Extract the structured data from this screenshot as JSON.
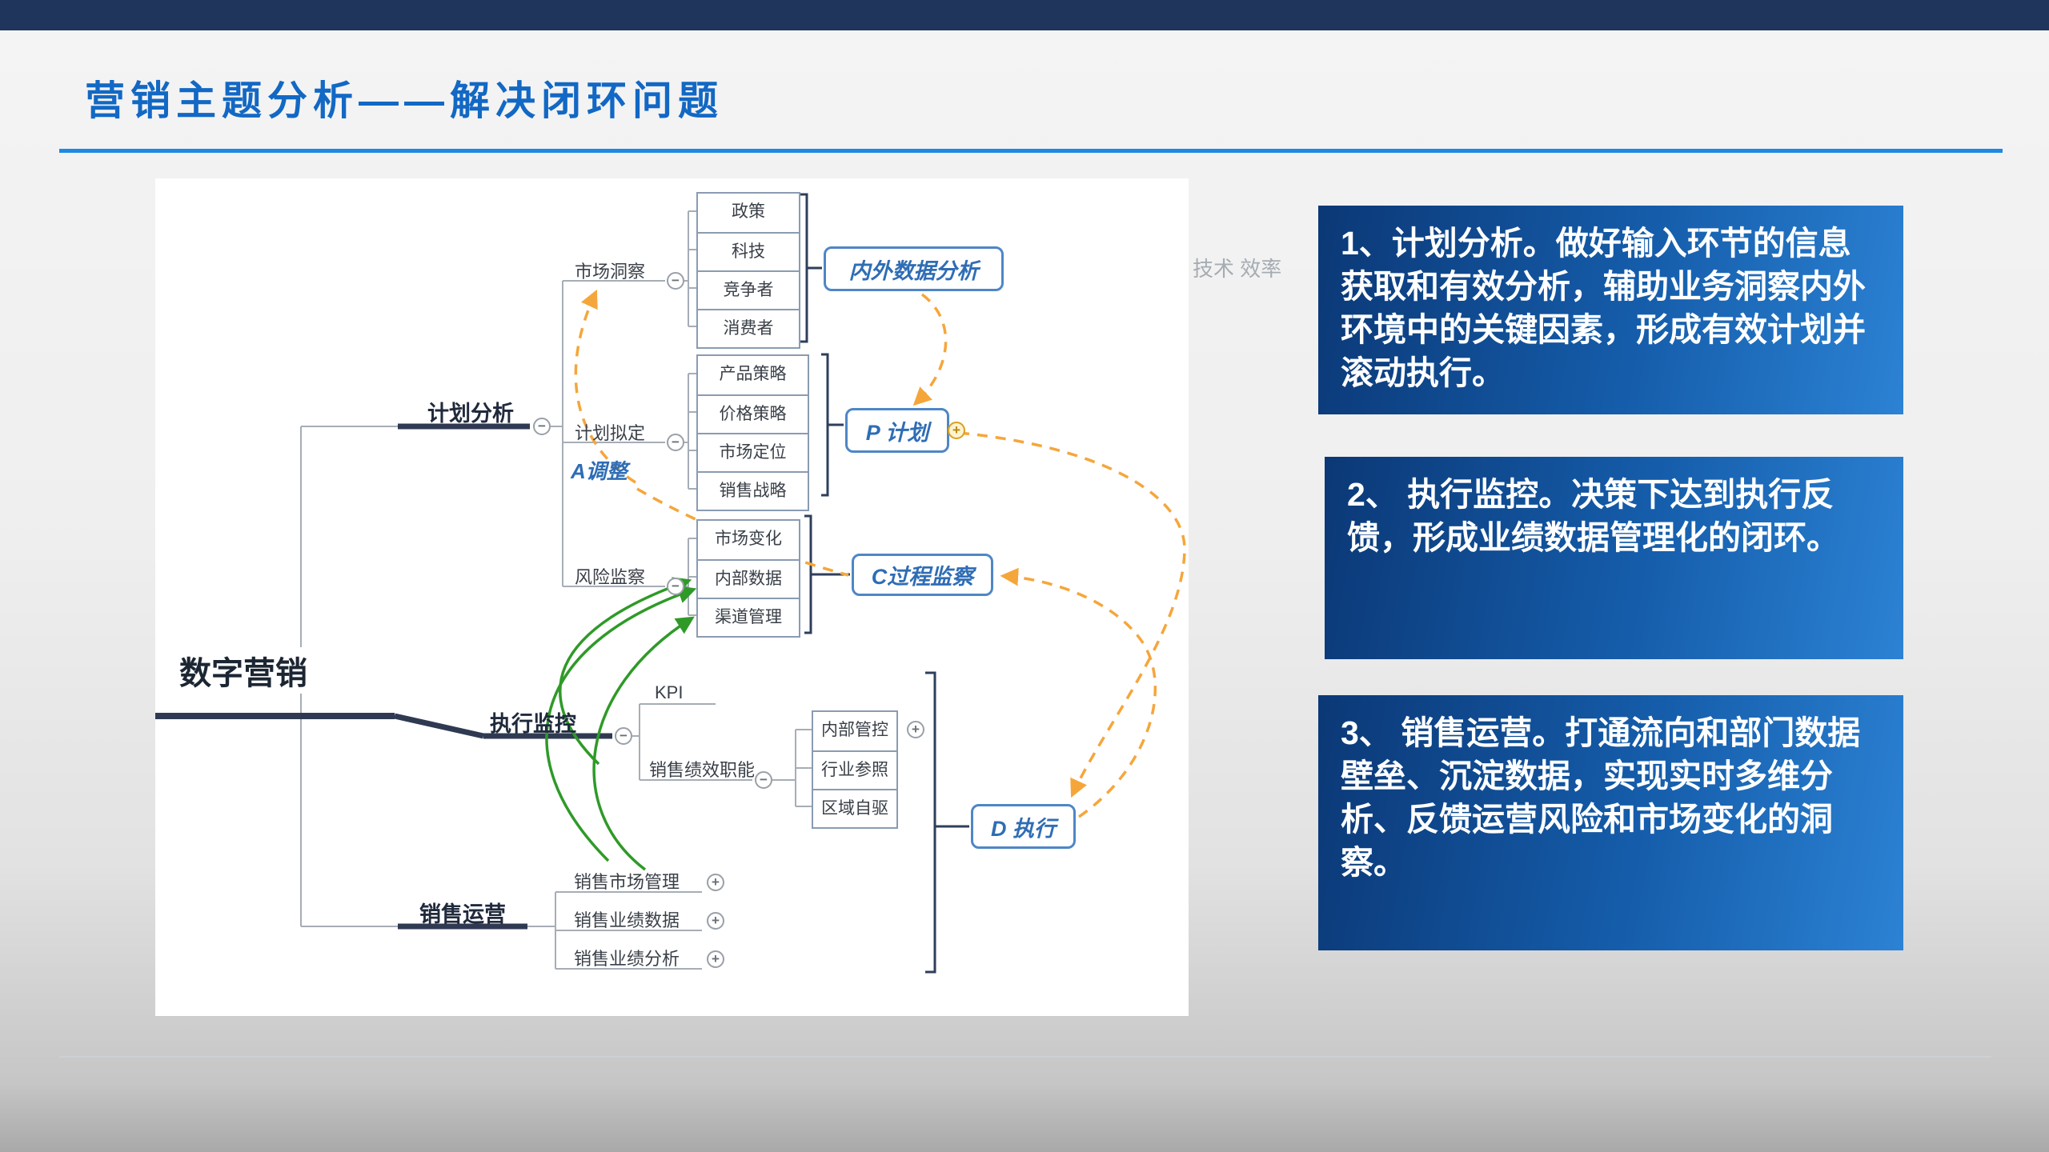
{
  "title": "营销主题分析——解决闭环问题",
  "watermark": "技术 效率",
  "icons": {
    "collapse": "−",
    "expand": "+"
  },
  "mindmap": {
    "root": "数字营销",
    "branch_plan": "计划分析",
    "branch_exec": "执行监控",
    "branch_sales": "销售运营",
    "insight": "市场洞察",
    "draft": "计划拟定",
    "adjust": "A调整",
    "risk": "风险监察",
    "insight_items": [
      "政策",
      "科技",
      "竞争者",
      "消费者"
    ],
    "insight_summary": "内外数据分析",
    "draft_items": [
      "产品策略",
      "价格策略",
      "市场定位",
      "销售战略"
    ],
    "draft_summary": "P 计划",
    "risk_items": [
      "市场变化",
      "内部数据",
      "渠道管理"
    ],
    "risk_summary": "C过程监察",
    "kpi": "KPI",
    "perf": "销售绩效职能",
    "perf_items": [
      "内部管控",
      "行业参照",
      "区域自驱"
    ],
    "exec_summary": "D 执行",
    "sales_items": [
      "销售市场管理",
      "销售业绩数据",
      "销售业绩分析"
    ]
  },
  "callouts": [
    "1、计划分析。做好输入环节的信息获取和有效分析，辅助业务洞察内外环境中的关键因素，形成有效计划并滚动执行。",
    "2、 执行监控。决策下达到执行反馈，形成业绩数据管理化的闭环。",
    "3、 销售运营。打通流向和部门数据壁垒、沉淀数据，实现实时多维分析、反馈运营风险和市场变化的洞察。"
  ],
  "colors": {
    "title": "#1268c4",
    "rule": "#1e88e5",
    "topbar": "#20355c",
    "callout_dark": "#0b3876",
    "callout_light": "#2c82d4",
    "loop_orange": "#F5A63B",
    "link_green": "#2f9a28",
    "node_navy": "#2e3f5c",
    "summary_blue": "#2f6db5"
  }
}
